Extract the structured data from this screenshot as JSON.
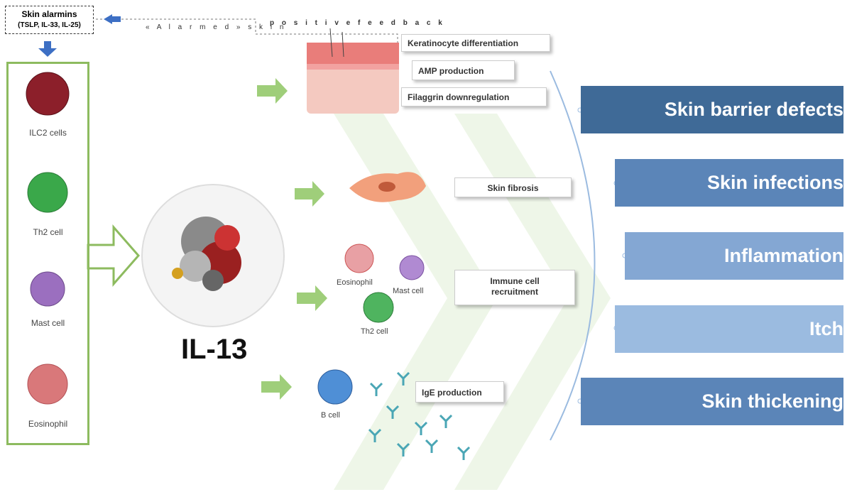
{
  "alarmins": {
    "title": "Skin alarmins",
    "subtitle": "(TSLP, IL-33, IL-25)"
  },
  "feedback": {
    "alarmed_skin": "« A l a r m e d » s k i n",
    "positive_feedback": "p o s i t i v e   f e e d b a c k"
  },
  "source_cells": [
    {
      "label": "ILC2 cells",
      "color": "#8c1f2a"
    },
    {
      "label": "Th2 cell",
      "color": "#3aa84a"
    },
    {
      "label": "Mast cell",
      "color": "#9b6fbf"
    },
    {
      "label": "Eosinophil",
      "color": "#d9787a"
    }
  ],
  "center": {
    "label": "IL-13"
  },
  "effects": {
    "keratinocyte": "Keratinocyte  differentiation",
    "amp": "AMP  production",
    "filaggrin": "Filaggrin  downregulation",
    "fibrosis": "Skin  fibrosis",
    "recruitment_line1": "Immune  cell",
    "recruitment_line2": "recruitment",
    "ige": "IgE  production"
  },
  "recruited_cells": {
    "eosinophil": "Eosinophil",
    "mast": "Mast cell",
    "th2": "Th2 cell",
    "bcell": "B cell"
  },
  "outcomes": [
    {
      "label": "Skin barrier defects",
      "color": "#3f6a97"
    },
    {
      "label": "Skin infections",
      "color": "#5b85b8"
    },
    {
      "label": "Inflammation",
      "color": "#84a7d3"
    },
    {
      "label": "Itch",
      "color": "#9bbbe0"
    },
    {
      "label": "Skin thickening",
      "color": "#5b85b8"
    }
  ],
  "colors": {
    "arrow_green": "#9fce7a",
    "panel_border": "#8dbb5f",
    "alarm_arrow": "#3d6fc4"
  }
}
